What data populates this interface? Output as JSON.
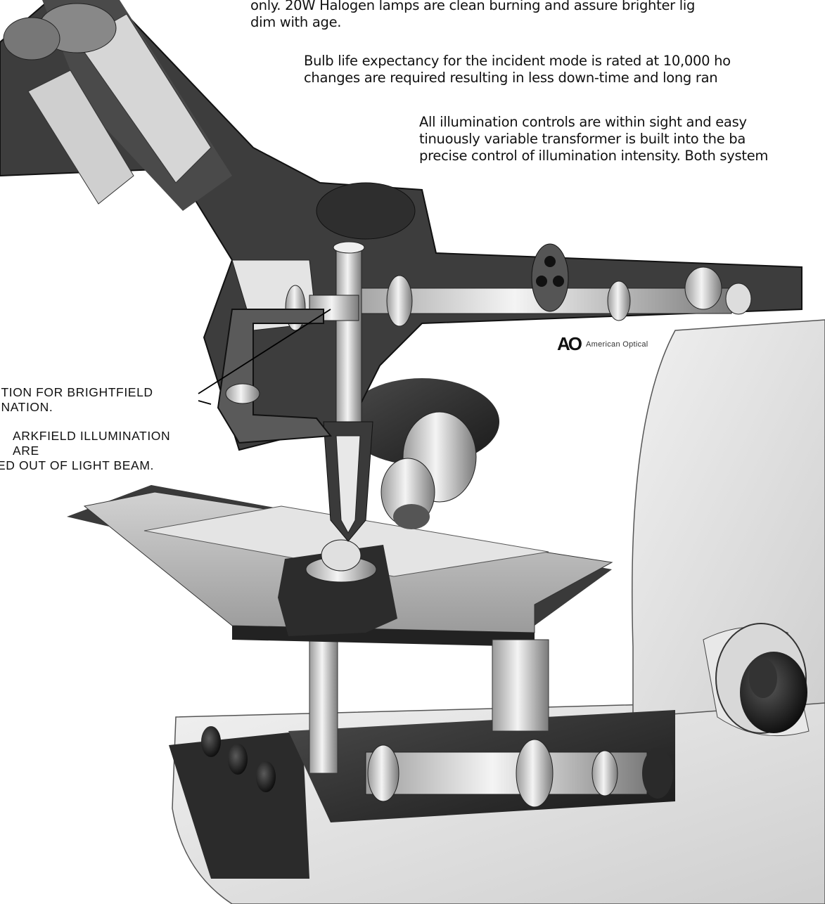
{
  "body_text": {
    "paragraph_1": [
      "only. 20W Halogen lamps are clean burning and assure brighter lig",
      "dim with age."
    ],
    "paragraph_2": [
      "Bulb life expectancy for the incident mode is rated at 10,000 ho",
      "changes are required resulting in less down-time and long ran"
    ],
    "paragraph_3": [
      "All illumination controls are within sight and easy",
      "tinuously variable transformer is built into the ba",
      "precise control of illumination intensity. Both system"
    ]
  },
  "callouts": {
    "brightfield": [
      "ITION FOR BRIGHTFIELD",
      "INATION."
    ],
    "darkfield": [
      "ARKFIELD ILLUMINATION",
      "ARE",
      "ED OUT OF LIGHT BEAM."
    ]
  },
  "logo": {
    "mark": "AO",
    "text": "American Optical"
  },
  "figure": {
    "subject": "cutaway-microscope",
    "colors": {
      "ink": "#111111",
      "metal": "#d9d9d9",
      "shadow": "#2a2a2a",
      "paper": "#ffffff"
    }
  }
}
